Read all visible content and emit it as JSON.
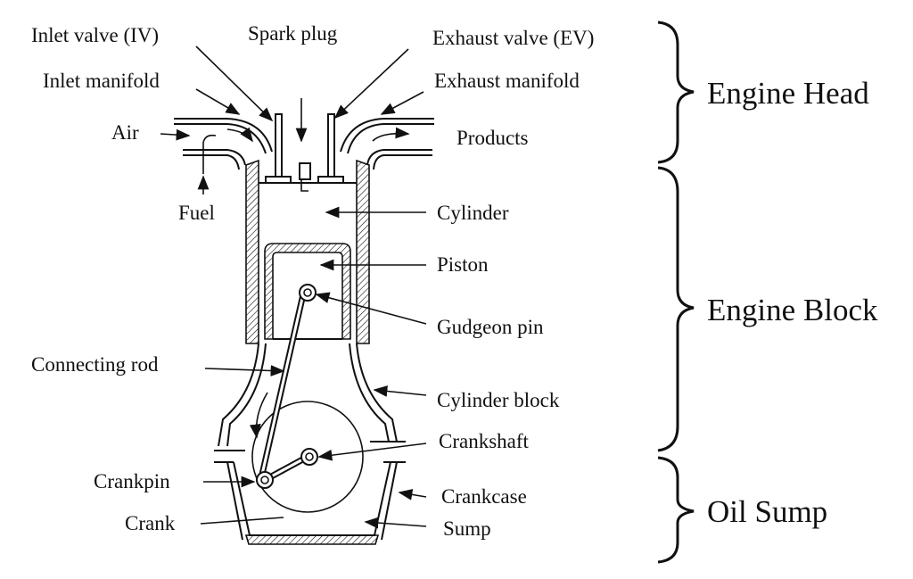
{
  "labels": {
    "inlet_valve": "Inlet valve (IV)",
    "spark_plug": "Spark plug",
    "exhaust_valve": "Exhaust valve (EV)",
    "inlet_manifold": "Inlet manifold",
    "exhaust_manifold": "Exhaust manifold",
    "air": "Air",
    "products": "Products",
    "fuel": "Fuel",
    "cylinder": "Cylinder",
    "piston": "Piston",
    "gudgeon_pin": "Gudgeon pin",
    "connecting_rod": "Connecting rod",
    "cylinder_block": "Cylinder block",
    "crankshaft": "Crankshaft",
    "crankpin": "Crankpin",
    "crankcase": "Crankcase",
    "crank": "Crank",
    "sump": "Sump"
  },
  "sections": {
    "head": "Engine Head",
    "block": "Engine Block",
    "sump": "Oil Sump"
  }
}
